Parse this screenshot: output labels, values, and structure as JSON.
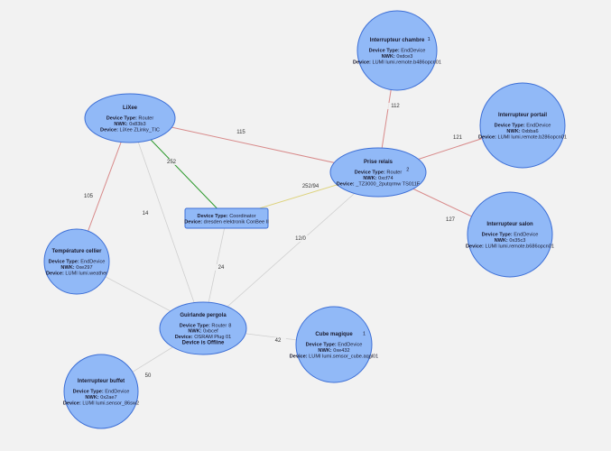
{
  "colors": {
    "background": "#f2f2f2",
    "node_fill": "#91b9f7",
    "node_stroke": "#3d6fd6",
    "edge_red": "#d88a8a",
    "edge_green": "#2e9a2e",
    "edge_yellow": "#ddd27a",
    "edge_grey": "#cfcfcf"
  },
  "labels": {
    "device_type": "Device Type:",
    "nwk": "NWK:",
    "device": "Device:"
  },
  "nodes": [
    {
      "id": "lixee",
      "shape": "ellipse",
      "title": "LiXee",
      "badge": "",
      "device_type": "Router",
      "nwk": "0x83b3",
      "device": "LiXee ZLinky_TIC"
    },
    {
      "id": "coordinator",
      "shape": "rect",
      "title": "",
      "badge": "",
      "device_type": "Coordinator",
      "nwk": "",
      "device": "dresden elektronik ConBee II"
    },
    {
      "id": "prise_relais",
      "shape": "ellipse",
      "title": "Prise relais",
      "badge": "2",
      "device_type": "Router",
      "nwk": "0xcf74",
      "device": "_TZ3000_2putqrmw TS011F"
    },
    {
      "id": "inter_chambre",
      "shape": "circle",
      "title": "Interrupteur chambre",
      "badge": "1",
      "device_type": "EndDevice",
      "nwk": "0xdce3",
      "device": "LUMI lumi.remote.b486opcn01"
    },
    {
      "id": "inter_portail",
      "shape": "circle",
      "title": "Interrupteur portail",
      "badge": "",
      "device_type": "EndDevice",
      "nwk": "0xbba6",
      "device": "LUMI lumi.remote.b286opcn01"
    },
    {
      "id": "inter_salon",
      "shape": "circle",
      "title": "Interrupteur salon",
      "badge": "",
      "device_type": "EndDevice",
      "nwk": "0x35c3",
      "device": "LUMI lumi.remote.b686opcn01"
    },
    {
      "id": "temp_cellier",
      "shape": "circle",
      "title": "Température cellier",
      "badge": "",
      "device_type": "EndDevice",
      "nwk": "0xe297",
      "device": "LUMI lumi.weather"
    },
    {
      "id": "guirlande",
      "shape": "ellipse",
      "title": "Guirlande pergola",
      "badge": "8",
      "device_type": "Router",
      "nwk": "0xbcef",
      "device": "OSRAM Plug 01",
      "extra": "Device is Offline"
    },
    {
      "id": "cube",
      "shape": "circle",
      "title": "Cube magique",
      "badge": "1",
      "device_type": "EndDevice",
      "nwk": "0xe432",
      "device": "LUMI lumi.sensor_cube.aqgl01"
    },
    {
      "id": "inter_buffet",
      "shape": "circle",
      "title": "Interrupteur buffet",
      "badge": "",
      "device_type": "EndDevice",
      "nwk": "0x2ae7",
      "device": "LUMI lumi.sensor_86sw2"
    }
  ],
  "edges": [
    {
      "from": "lixee",
      "to": "prise_relais",
      "label": "115",
      "color": "red"
    },
    {
      "from": "lixee",
      "to": "coordinator",
      "label": "252",
      "color": "green"
    },
    {
      "from": "lixee",
      "to": "temp_cellier",
      "label": "105",
      "color": "red"
    },
    {
      "from": "lixee",
      "to": "guirlande",
      "label": "14",
      "color": "grey"
    },
    {
      "from": "coordinator",
      "to": "prise_relais",
      "label": "252/94",
      "color": "yellow"
    },
    {
      "from": "coordinator",
      "to": "guirlande",
      "label": "24",
      "color": "grey"
    },
    {
      "from": "prise_relais",
      "to": "inter_chambre",
      "label": "112",
      "color": "red"
    },
    {
      "from": "prise_relais",
      "to": "inter_portail",
      "label": "121",
      "color": "red"
    },
    {
      "from": "prise_relais",
      "to": "inter_salon",
      "label": "127",
      "color": "red"
    },
    {
      "from": "prise_relais",
      "to": "guirlande",
      "label": "12/0",
      "color": "grey"
    },
    {
      "from": "guirlande",
      "to": "cube",
      "label": "42",
      "color": "grey"
    },
    {
      "from": "guirlande",
      "to": "inter_buffet",
      "label": "50",
      "color": "grey"
    },
    {
      "from": "guirlande",
      "to": "temp_cellier",
      "label": "",
      "color": "grey"
    }
  ]
}
